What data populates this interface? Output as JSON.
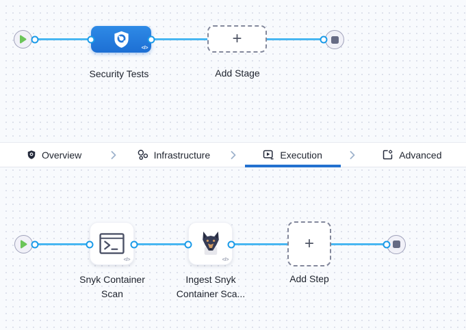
{
  "colors": {
    "connector_blue": "#47b6f1",
    "node_blue_top": "#2e8ae6",
    "node_blue_bottom": "#1d6fd4",
    "selected_tab_underline": "#2271cf",
    "play_green": "#6cc559",
    "canvas_background": "#f8fafd"
  },
  "glyphs": {
    "code": "</>",
    "plus": "+"
  },
  "stage_canvas": {
    "stage": {
      "label": "Security Tests",
      "icon": "security-shield-scan-icon"
    },
    "add_stage": {
      "label": "Add Stage"
    }
  },
  "tabbar": {
    "tabs": [
      {
        "label": "Overview",
        "icon": "shield-icon",
        "selected": false
      },
      {
        "label": "Infrastructure",
        "icon": "infrastructure-icon",
        "selected": false
      },
      {
        "label": "Execution",
        "icon": "execution-icon",
        "selected": true
      },
      {
        "label": "Advanced",
        "icon": "advanced-icon",
        "selected": false
      }
    ]
  },
  "step_canvas": {
    "steps": [
      {
        "label": "Snyk Container\nScan",
        "icon": "terminal-icon"
      },
      {
        "label": "Ingest Snyk\nContainer Sca...",
        "icon": "snyk-dog-icon"
      }
    ],
    "add_step": {
      "label": "Add Step"
    }
  }
}
